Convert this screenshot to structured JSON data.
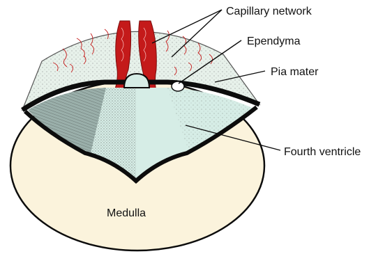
{
  "labels": {
    "capillary_network": "Capillary network",
    "ependyma": "Ependyma",
    "pia_mater": "Pia mater",
    "fourth_ventricle": "Fourth ventricle",
    "medulla": "Medulla"
  },
  "colors": {
    "medulla_fill": "#fbf3dc",
    "ventricle_fill": "#d6ede6",
    "ventricle_dark_fill": "#8fa39f",
    "membrane_fill": "#e7f1ea",
    "capillary_red": "#c41a1a",
    "outline": "#0c0c0c"
  }
}
